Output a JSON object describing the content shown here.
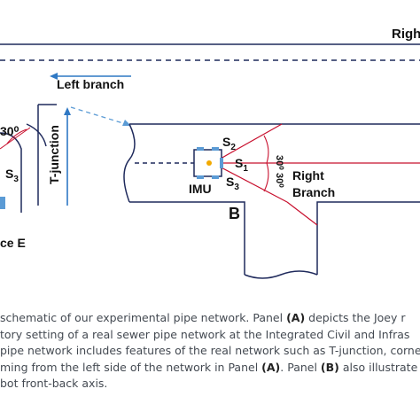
{
  "diagram": {
    "label_right_top": "Right",
    "label_left_branch": "Left branch",
    "label_t_junction": "T-junction",
    "label_angle_left": "30⁰",
    "label_s3_left": "S",
    "label_s3_left_sub": "3",
    "label_trace_e": "ce E",
    "label_s2": "S",
    "label_s2_sub": "2",
    "label_s1": "S",
    "label_s1_sub": "1",
    "label_s3": "S",
    "label_s3_sub": "3",
    "label_angle_upper": "30⁰",
    "label_angle_lower": "30⁰",
    "label_right_branch_1": "Right",
    "label_right_branch_2": "Branch",
    "label_imu": "IMU",
    "label_panel": "B",
    "colors": {
      "line": "#1f2a5c",
      "beam": "#c8102e",
      "arrow": "#2f78c4",
      "sensor": "#5b9bd5",
      "imu_core": "#f2a900"
    }
  },
  "caption": {
    "line1_a": "schematic of our experimental pipe network. Panel ",
    "line1_b": "(A)",
    "line1_c": " depicts the Joey r",
    "line2": "tory setting of a real sewer pipe network at the Integrated Civil and Infras",
    "line3": "pipe network includes features of the real network such as T-junction, corne",
    "line4_a": "ming from the left side of the network in Panel ",
    "line4_b": "(A)",
    "line4_c": ". Panel ",
    "line4_d": "(B)",
    "line4_e": " also illustrate",
    "line5": "bot front-back axis."
  }
}
